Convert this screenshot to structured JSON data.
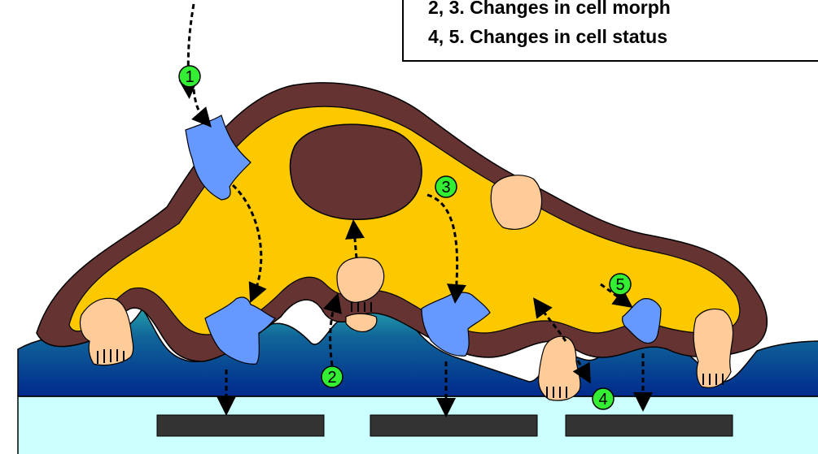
{
  "legend": {
    "line1": "2, 3. Changes in cell morph",
    "line2": "4, 5. Changes in cell status"
  },
  "markers": {
    "m1": "1",
    "m2": "2",
    "m3": "3",
    "m4": "4",
    "m5": "5"
  },
  "colors": {
    "cytoplasm": "#fcc800",
    "membrane": "#663333",
    "receptor": "#6699ff",
    "integrin": "#ffcc99",
    "matrix_top": "#33ccbb",
    "matrix_bottom": "#002a8c",
    "substrate": "#ccffff",
    "pad": "#333333",
    "badge": "#33ee33"
  }
}
